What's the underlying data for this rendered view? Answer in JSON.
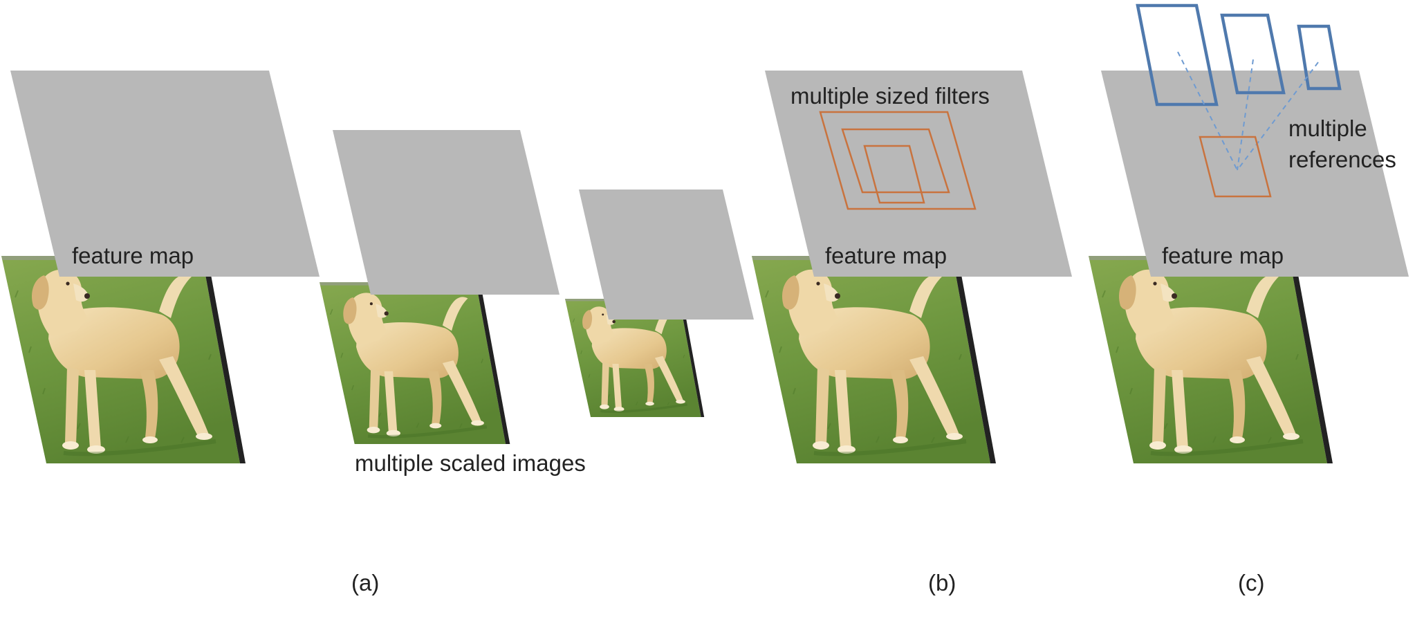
{
  "colors": {
    "feature_map": "#b8b8b8",
    "grass_light": "#8fb05a",
    "grass_dark": "#5f8a35",
    "grass_mid": "#77a046",
    "dog_body": "#e8cf9c",
    "dog_shade": "#c9a66c",
    "dog_light": "#f6e7c6",
    "image_edge": "#222222",
    "filter_orange": "#c9733e",
    "reference_blue": "#4f79ad"
  },
  "icons": {
    "feature_map": "gray-parallelogram-plane",
    "image": "dog-on-grass-photo"
  },
  "panel_a": {
    "feature_map_label": "feature map",
    "scaled_images_label": "multiple scaled images",
    "caption": "(a)"
  },
  "panel_b": {
    "feature_map_label": "feature map",
    "filters_label": "multiple sized filters",
    "caption": "(b)"
  },
  "panel_c": {
    "feature_map_label": "feature map",
    "references_label_line1": "multiple",
    "references_label_line2": "references",
    "caption": "(c)"
  }
}
